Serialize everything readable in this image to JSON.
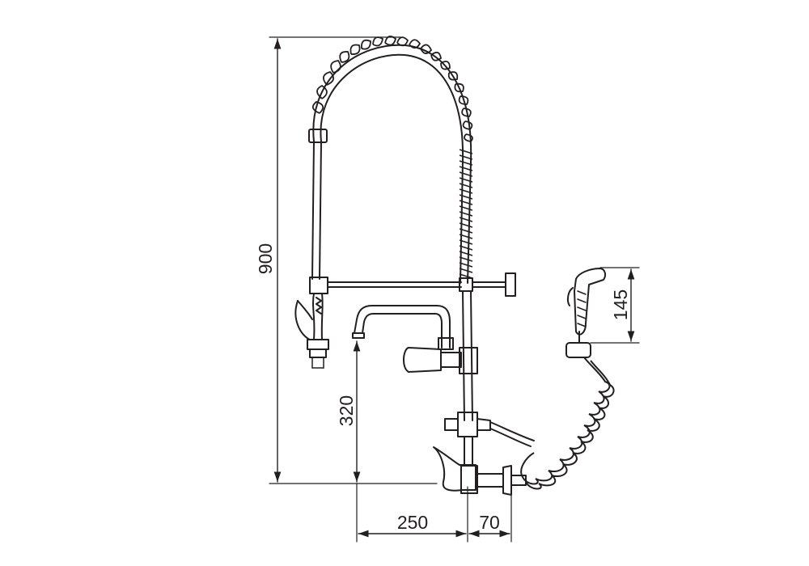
{
  "dimensions": {
    "overall_height": "900",
    "spout_height": "320",
    "spout_reach": "250",
    "wall_offset": "70",
    "handshower_length": "145"
  },
  "colors": {
    "line": "#231f20",
    "background": "#ffffff"
  }
}
